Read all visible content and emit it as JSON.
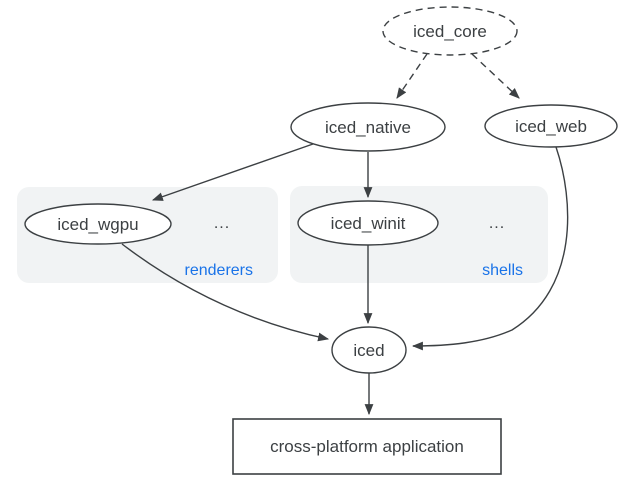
{
  "diagram": {
    "nodes": [
      {
        "id": "iced_core",
        "label": "iced_core",
        "shape": "ellipse",
        "border": "dashed"
      },
      {
        "id": "iced_native",
        "label": "iced_native",
        "shape": "ellipse",
        "border": "solid"
      },
      {
        "id": "iced_web",
        "label": "iced_web",
        "shape": "ellipse",
        "border": "solid"
      },
      {
        "id": "iced_wgpu",
        "label": "iced_wgpu",
        "shape": "ellipse",
        "border": "solid",
        "group": "renderers"
      },
      {
        "id": "iced_winit",
        "label": "iced_winit",
        "shape": "ellipse",
        "border": "solid",
        "group": "shells"
      },
      {
        "id": "iced",
        "label": "iced",
        "shape": "ellipse",
        "border": "solid"
      },
      {
        "id": "app",
        "label": "cross-platform application",
        "shape": "rect",
        "border": "solid"
      }
    ],
    "groups": [
      {
        "id": "renderers",
        "label": "renderers",
        "ellipsis": "..."
      },
      {
        "id": "shells",
        "label": "shells",
        "ellipsis": "..."
      }
    ],
    "edges": [
      {
        "from": "iced_core",
        "to": "iced_native",
        "style": "dashed"
      },
      {
        "from": "iced_core",
        "to": "iced_web",
        "style": "dashed"
      },
      {
        "from": "iced_native",
        "to": "iced_wgpu",
        "style": "solid"
      },
      {
        "from": "iced_native",
        "to": "iced_winit",
        "style": "solid"
      },
      {
        "from": "iced_wgpu",
        "to": "iced",
        "style": "solid"
      },
      {
        "from": "iced_winit",
        "to": "iced",
        "style": "solid"
      },
      {
        "from": "iced_web",
        "to": "iced",
        "style": "solid"
      },
      {
        "from": "iced",
        "to": "app",
        "style": "solid"
      }
    ],
    "colors": {
      "stroke": "#3c4043",
      "text": "#3c4043",
      "group_fill": "#f1f3f4",
      "group_label_text": "#1a73e8",
      "node_fill": "#ffffff",
      "background": "#ffffff"
    }
  }
}
